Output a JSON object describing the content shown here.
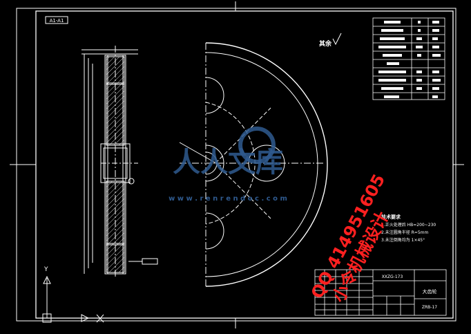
{
  "drawing": {
    "view_label": "A1-A1",
    "roughness_note": "其余",
    "part_code": "XXZG-173",
    "part_name": "大齿轮",
    "drawing_no": "ZRB-17",
    "tech_requirements_title": "技术要求",
    "tech_requirements": [
      "1.正火处理后 HB=200~230",
      "2.未注圆角半径 R=5mm",
      "3.未注倒角均为 1×45°"
    ]
  },
  "watermarks": {
    "logo_text": "人人文库",
    "logo_url": "w w w . r e n r e n d o c . c o m",
    "qq_text": "QQ 414951605",
    "design_text": "小令机械设计"
  },
  "axes_icon": {
    "y_label": "Y",
    "x_label": "X"
  },
  "colors": {
    "background": "#000000",
    "lines": "#ffffff",
    "watermark_red": "#ff2020",
    "watermark_blue": "#2f5a8f"
  }
}
